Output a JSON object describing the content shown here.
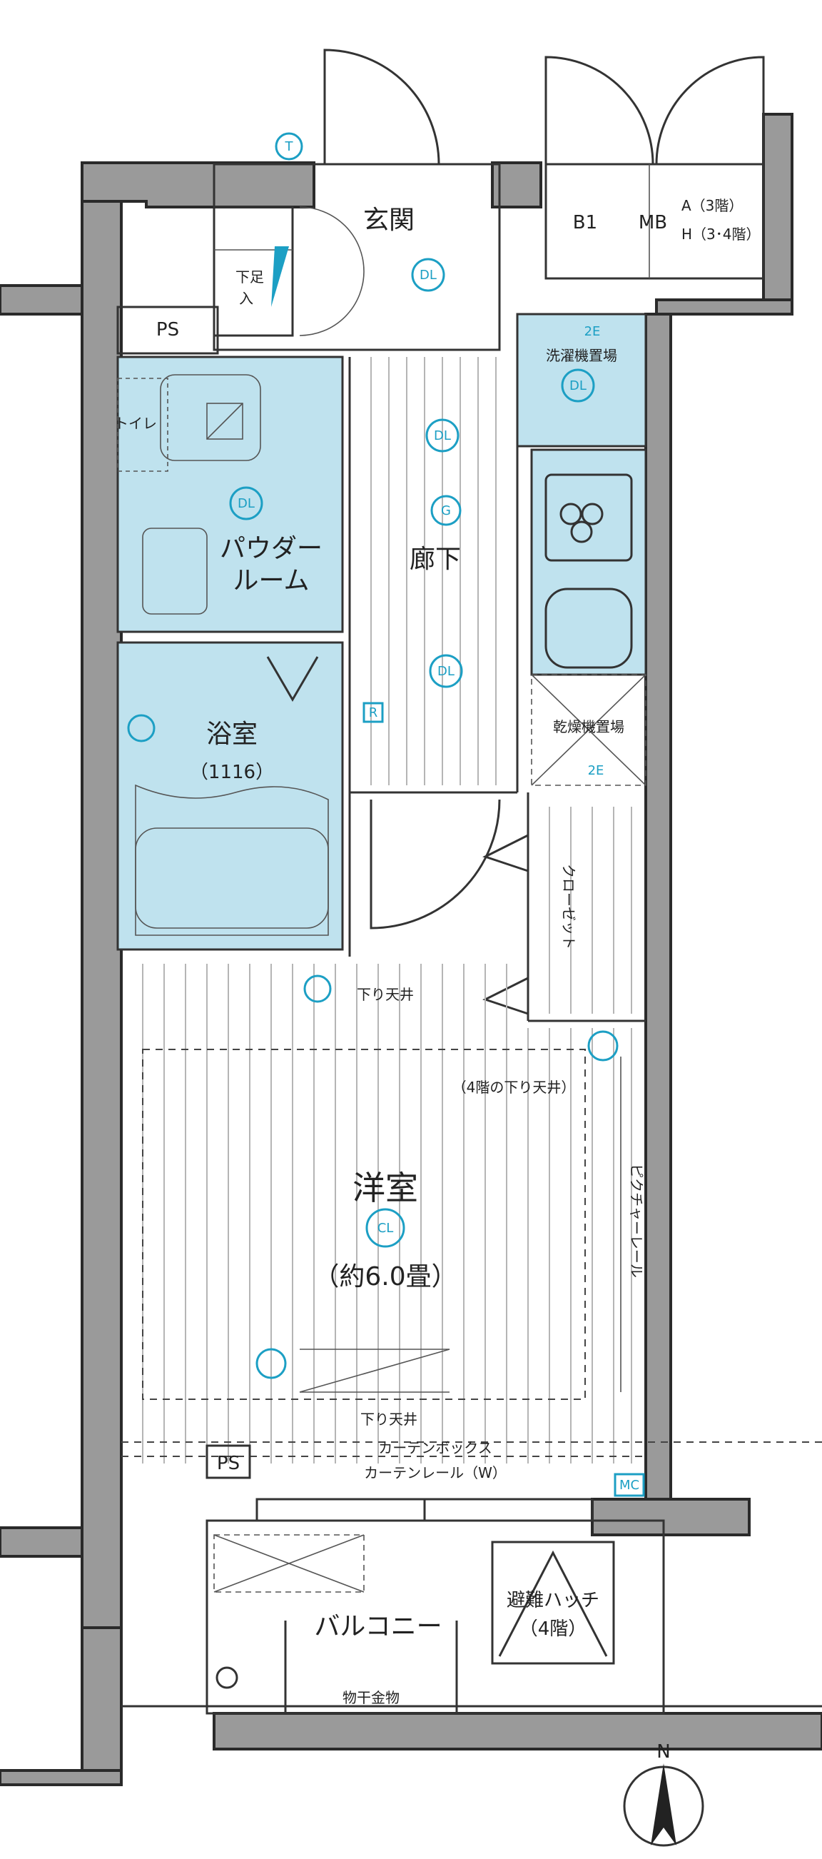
{
  "colors": {
    "wall": "#9a9a9a",
    "wet_area": "#bfe2ee",
    "equipment_symbol": "#1c9fc4",
    "line": "#333333",
    "floor_board": "#b5b5b5"
  },
  "rooms": {
    "genkan": "玄関",
    "washer": "洗濯機置場",
    "ps_top": "PS",
    "ps_bottom": "PS",
    "powder_1": "パウダー",
    "powder_2": "ルーム",
    "toilet": "トイレ",
    "bath": "浴室",
    "bath_size": "（1116）",
    "corridor": "廊下",
    "dryer": "乾燥機置場",
    "closet": "クローゼット",
    "western": "洋室",
    "western_size": "（約6.0畳）",
    "balcony": "バルコニー",
    "hatch_1": "避難ハッチ",
    "hatch_2": "（4階）"
  },
  "storage": {
    "shoes_1": "下足",
    "shoes_2": "入"
  },
  "meter_box": {
    "b1": "B1",
    "mb": "MB",
    "a": "A（3階）",
    "h": "H（3･4階）"
  },
  "notes": {
    "lower_ceiling_1": "下り天井",
    "lower_ceiling_2": "下り天井",
    "lower_ceiling_4f": "（4階の下り天井）",
    "curtain_box": "カーテンボックス",
    "curtain_rail": "カーテンレール（W）",
    "picture_rail": "ピクチャーレール",
    "clothes_rail": "物干金物",
    "compass": "N"
  },
  "symbols": {
    "downlight": "DL",
    "ceiling_light": "CL",
    "extension": "2E",
    "telephone": "T",
    "gas": "G",
    "remote": "R",
    "mc": "MC"
  }
}
